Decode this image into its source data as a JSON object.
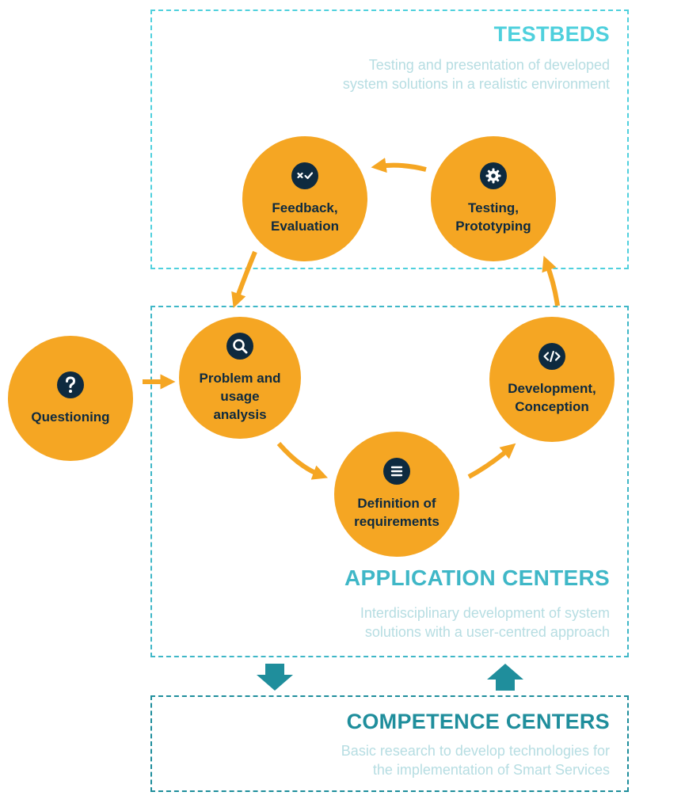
{
  "testbeds": {
    "title": "TESTBEDS",
    "description": "Testing and presentation of developed\nsystem solutions in a realistic environment"
  },
  "application_centers": {
    "title": "APPLICATION CENTERS",
    "description": "Interdisciplinary development of system\nsolutions with a user-centred approach"
  },
  "competence_centers": {
    "title": "COMPETENCE CENTERS",
    "description": "Basic research to develop technologies for\nthe implementation of Smart Services"
  },
  "nodes": {
    "questioning": {
      "label": "Questioning",
      "icon": "question-mark-icon"
    },
    "problem": {
      "label": "Problem and\nusage\nanalysis",
      "icon": "magnifier-icon"
    },
    "feedback": {
      "label": "Feedback,\nEvaluation",
      "icon": "check-cross-icon"
    },
    "testing": {
      "label": "Testing,\nPrototyping",
      "icon": "gear-icon"
    },
    "development": {
      "label": "Development,\nConception",
      "icon": "code-icon"
    },
    "requirements": {
      "label": "Definition of\nrequirements",
      "icon": "list-icon"
    }
  },
  "colors": {
    "node_fill": "#f5a623",
    "icon_bg": "#0e2a3f",
    "testbeds": "#4fd0dd",
    "application": "#3fb7c7",
    "competence": "#1f8e9c"
  }
}
